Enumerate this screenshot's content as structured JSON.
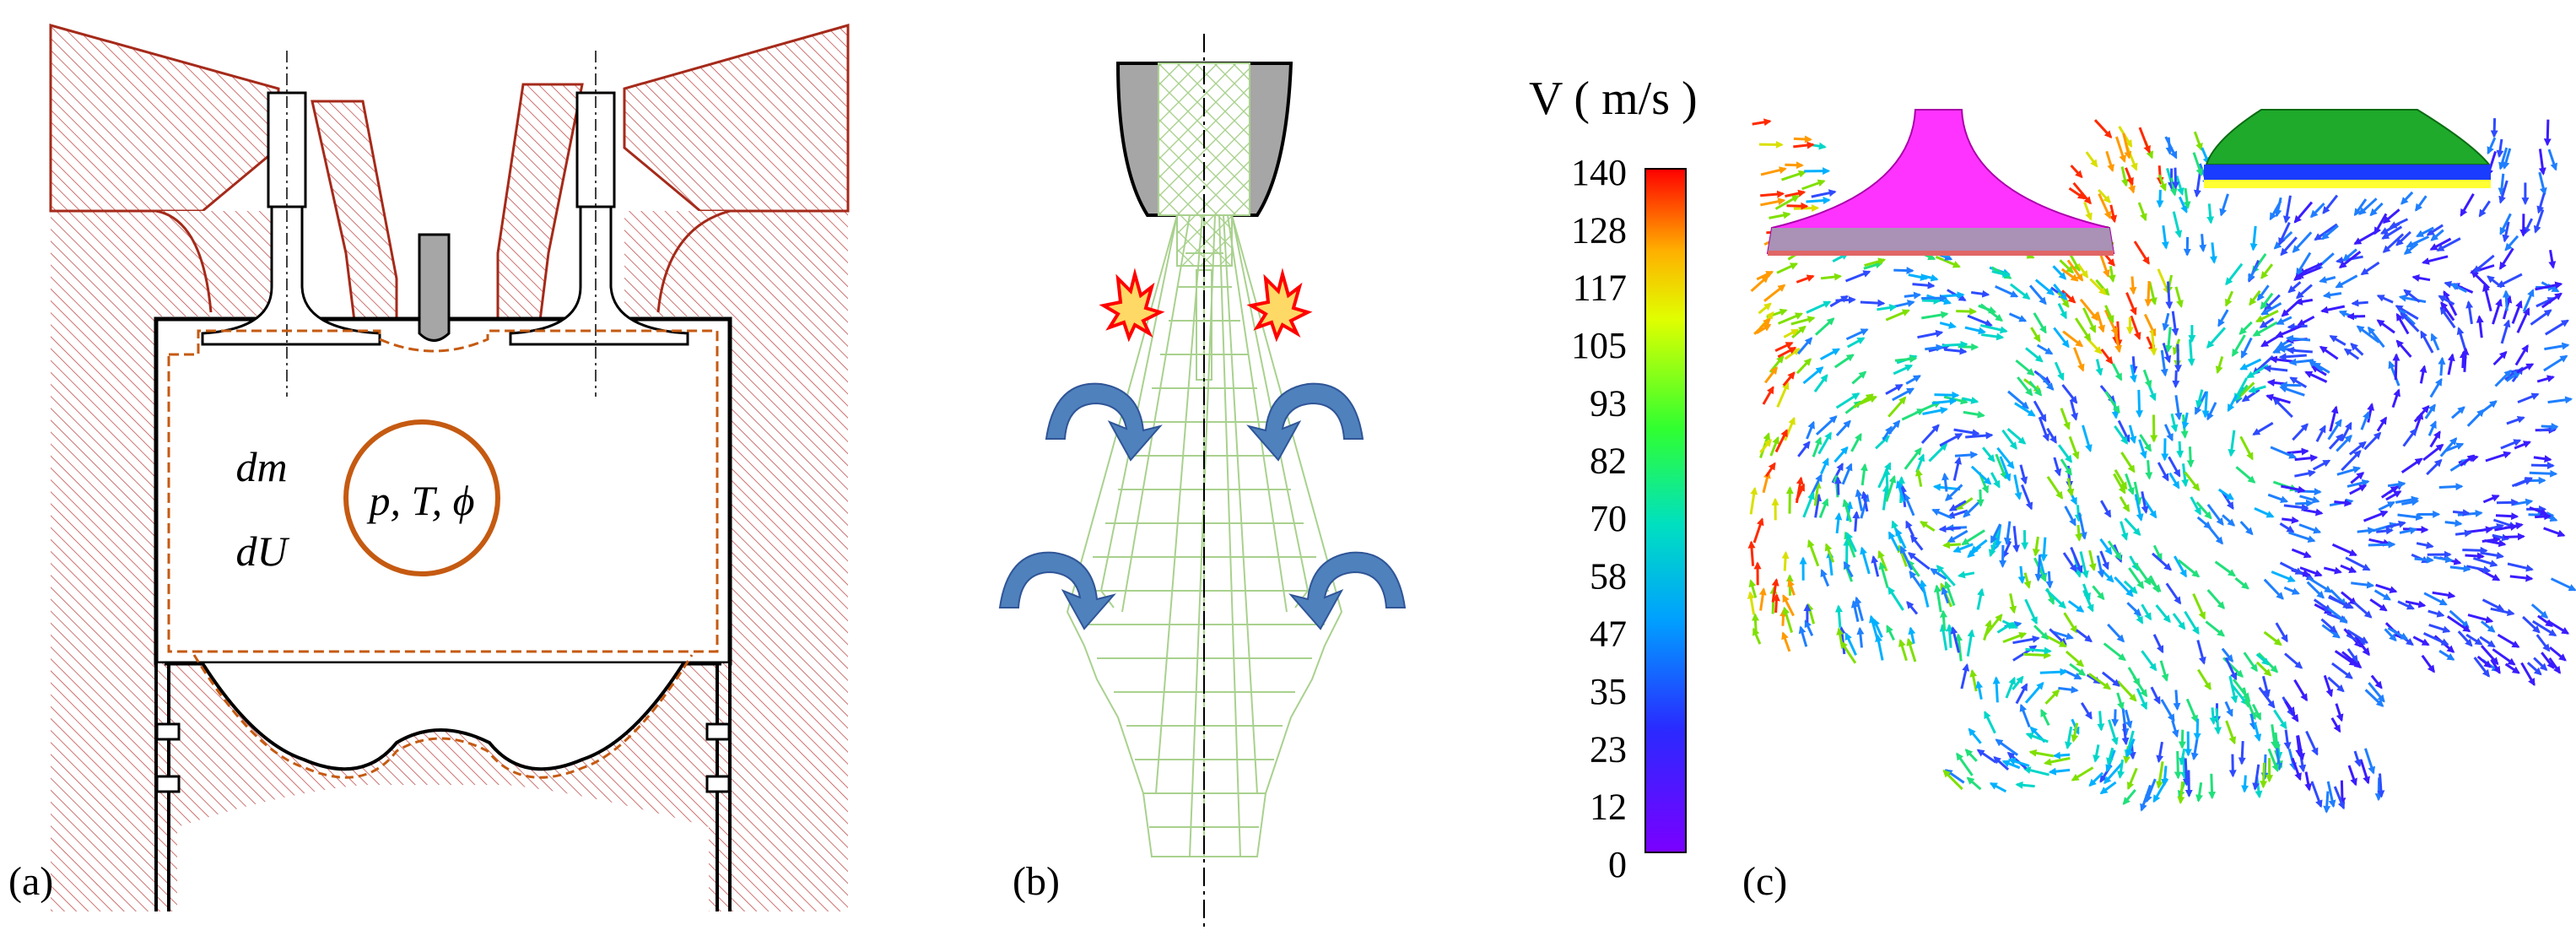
{
  "panels": {
    "a": {
      "label": "(a)",
      "left_labels": [
        "dm",
        "dU"
      ],
      "state_label": "p, T, ϕ"
    },
    "b": {
      "label": "(b)"
    },
    "c": {
      "label": "(c)",
      "colorbar_title": "V ( m/s )",
      "colorbar_ticks": [
        "140",
        "128",
        "117",
        "105",
        "93",
        "82",
        "70",
        "58",
        "47",
        "35",
        "23",
        "12",
        "0"
      ]
    }
  },
  "colors": {
    "hatch_red": "#c0504d",
    "wall_red": "#a52a1a",
    "dashed_orange": "#c55a11",
    "circle_orange": "#c55a11",
    "mesh_green": "#a9d18e",
    "arrow_blue": "#4f81bd",
    "flame_red": "#ff0000",
    "flame_yellow": "#ffd966",
    "valve_magenta": "#ff33ff",
    "valve_green": "#1faa2b"
  }
}
